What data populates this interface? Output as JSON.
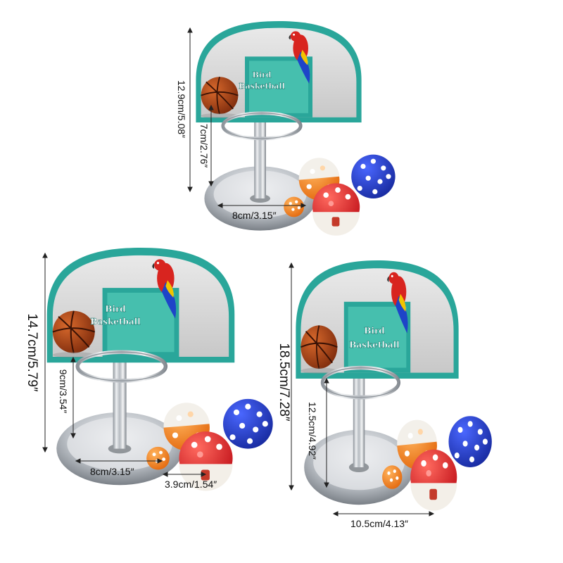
{
  "products": [
    {
      "id": "small",
      "board_title_line1": "Bird",
      "board_title_line2": "Basketball",
      "height_total": "12.9cm/5.08″",
      "height_pole": "7cm/2.76″",
      "base_width": "8cm/3.15″"
    },
    {
      "id": "medium",
      "board_title_line1": "Bird",
      "board_title_line2": "Basketball",
      "height_total": "14.7cm/5.79″",
      "height_pole": "9cm/3.54″",
      "base_width": "8cm/3.15″",
      "ball_size": "3.9cm/1.54″"
    },
    {
      "id": "large",
      "board_title_line1": "Bird",
      "board_title_line2": "Basketball",
      "height_total": "18.5cm/7.28″",
      "height_pole": "12.5cm/4.92″",
      "base_width": "10.5cm/4.13″"
    }
  ],
  "colors": {
    "board_border": "#2aa69a",
    "board_face": "#d8d8d8",
    "label_panel": "#3fb8a8",
    "chrome": "#c9cdd2",
    "ball_orange": "#f28a1e",
    "ball_red": "#e4262c",
    "ball_blue": "#1f3bd0",
    "basketball": "#b4491d"
  }
}
